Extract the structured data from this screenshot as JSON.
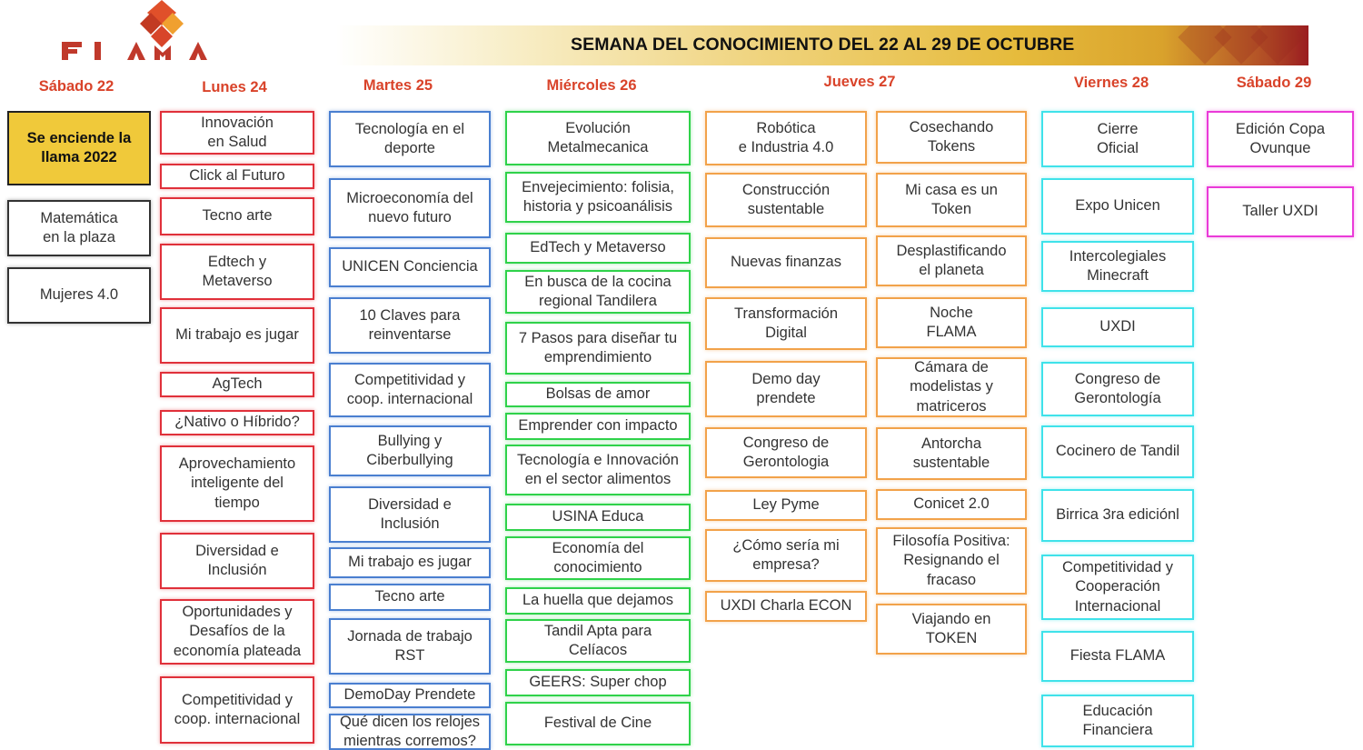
{
  "header": {
    "logo_text": "FLAMA",
    "banner_title": "SEMANA DEL CONOCIMIENTO DEL 22 AL 29 DE OCTUBRE"
  },
  "colors": {
    "day_title": "#d9432a",
    "sabado22": "#333333",
    "lunes": "#e0303a",
    "martes": "#4a7fd0",
    "miercoles": "#2fd24a",
    "jueves": "#f2a24a",
    "viernes": "#3fe2ea",
    "sabado29": "#ea3ad8",
    "highlight": "#f0c93a"
  },
  "days": [
    {
      "label": "Sábado 22",
      "events": [
        "Se enciende la\nllama 2022",
        "Matemática\nen la plaza",
        "Mujeres 4.0"
      ]
    },
    {
      "label": "Lunes 24",
      "events": [
        "Innovación\nen Salud",
        "Click al Futuro",
        "Tecno arte",
        "Edtech y\nMetaverso",
        "Mi trabajo es jugar",
        "AgTech",
        "¿Nativo o Híbrido?",
        "Aprovechamiento\ninteligente del\ntiempo",
        "Diversidad e\nInclusión",
        "Oportunidades y\nDesafíos de la\neconomía plateada",
        "Competitividad y\ncoop.  internacional"
      ]
    },
    {
      "label": "Martes 25",
      "events": [
        "Tecnología en el\ndeporte",
        "Microeconomía del\nnuevo futuro",
        "UNICEN Conciencia",
        "10 Claves para\nreinventarse",
        "Competitividad y\ncoop. internacional",
        "Bullying y\nCiberbullying",
        "Diversidad e\nInclusión",
        "Mi trabajo es jugar",
        "Tecno arte",
        "Jornada de trabajo\nRST",
        "DemoDay Prendete",
        "Qué dicen los relojes\nmientras corremos?"
      ]
    },
    {
      "label": "Miércoles 26",
      "events": [
        "Evolución\nMetalmecanica",
        "Envejecimiento: folisia,\nhistoria y psicoanálisis",
        "EdTech y Metaverso",
        "En busca de la cocina\nregional Tandilera",
        "7 Pasos para diseñar tu\nemprendimiento",
        "Bolsas de amor",
        "Emprender con impacto",
        "Tecnología e Innovación\nen el sector alimentos",
        "USINA Educa",
        "Economía del\nconocimiento",
        "La huella que dejamos",
        "Tandil Apta para\nCelíacos",
        "GEERS: Super chop",
        "Festival de Cine"
      ]
    },
    {
      "label": "Jueves 27",
      "events": [
        "Robótica\ne Industria 4.0",
        "Construcción\nsustentable",
        "Nuevas finanzas",
        "Transformación\nDigital",
        "Demo day\nprendete",
        "Congreso de\nGerontologia",
        "Ley Pyme",
        "¿Cómo sería mi\nempresa?",
        "UXDI Charla ECON",
        "Cosechando\nTokens",
        "Mi casa es un\nToken",
        "Desplastificando\nel planeta",
        "Noche\nFLAMA",
        "Cámara de\nmodelistas y\nmatriceros",
        "Antorcha\nsustentable",
        "Conicet 2.0",
        "Filosofía Positiva:\nResignando el\nfracaso",
        "Viajando en\nTOKEN"
      ]
    },
    {
      "label": "Viernes 28",
      "events": [
        "Cierre\nOficial",
        "Expo Unicen",
        "Intercolegiales\nMinecraft",
        "UXDI",
        "Congreso de\nGerontología",
        "Cocinero de Tandil",
        "Birrica 3ra ediciónl",
        "Competitividad y\nCooperación\nInternacional",
        "Fiesta FLAMA",
        "Educación\nFinanciera"
      ]
    },
    {
      "label": "Sábado 29",
      "events": [
        "Edición Copa\nOvunque",
        "Taller UXDI"
      ]
    }
  ]
}
